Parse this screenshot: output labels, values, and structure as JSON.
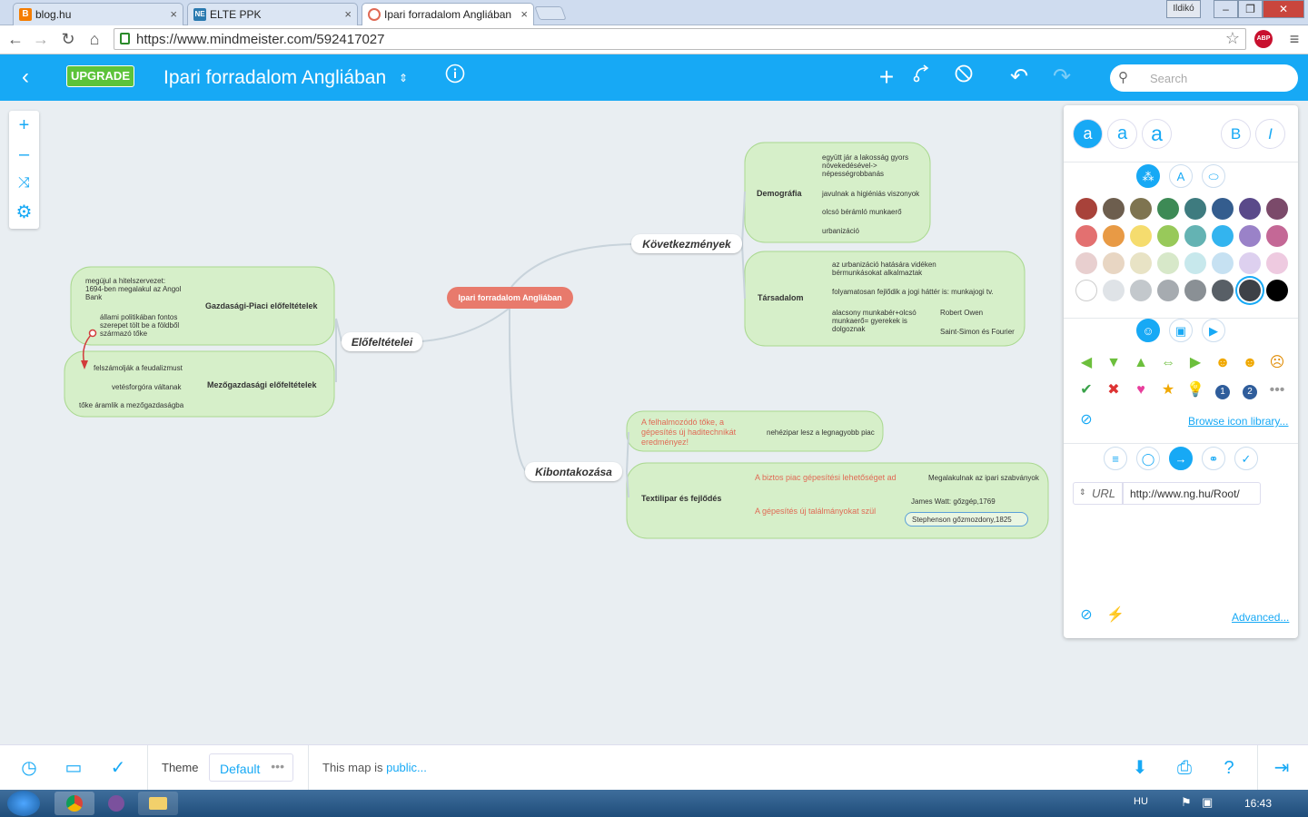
{
  "browser": {
    "tabs": [
      {
        "title": "blog.hu",
        "favicon_text": "B",
        "favicon_color": "#f57d00"
      },
      {
        "title": "ELTE PPK",
        "favicon_text": "NE",
        "favicon_color": "#2a7ab0"
      },
      {
        "title": "Ipari forradalom Angliában",
        "favicon_text": "",
        "favicon_color": "#e06a55",
        "active": true
      }
    ],
    "user_label": "Ildikó",
    "url": "https://www.mindmeister.com/592417027",
    "adblock_label": "ABP"
  },
  "header": {
    "upgrade_label": "UPGRADE",
    "map_title": "Ipari forradalom Angliában",
    "search_placeholder": "Search"
  },
  "mindmap": {
    "root": "Ipari forradalom Angliában",
    "branches": {
      "elofeltetelei": "Előfeltételei",
      "kovetkezmenyek": "Következmények",
      "kibontakozasa": "Kibontakozása"
    },
    "gazdasagi": {
      "title": "Gazdasági-Piaci előfeltételek",
      "note1": "megújul a hitelszervezet: 1694-ben megalakul az Angol Bank",
      "note2": "állami politikában fontos szerepet tölt be a földből származó tőke"
    },
    "mezogazdasagi": {
      "title": "Mezőgazdasági előfeltételek",
      "note1": "felszámolják a feudalizmust",
      "note2": "vetésforgóra váltanak",
      "note3": "tőke áramlik a mezőgazdaságba"
    },
    "demografia": {
      "title": "Demográfia",
      "note1": "együtt jár a lakosság gyors növekedésével-> népességrobbanás",
      "note2": "javulnak a higiéniás viszonyok",
      "note3": "olcsó bérámló munkaerő",
      "note4": "urbanizáció"
    },
    "tarsadalom": {
      "title": "Társadalom",
      "note1": "az urbanizáció hatására vidéken bérmunkásokat alkalmaztak",
      "note2": "folyamatosan fejlődik a jogi háttér is: munkajogi tv.",
      "note3": "alacsony munkabér+olcsó munkaerő= gyerekek is dolgoznak",
      "note4": "Robert Owen",
      "note5": "Saint-Simon és Fourier"
    },
    "tokefelhalmozas": {
      "title": "A felhalmozódó tőke, a gépesítés új haditechnikát eredményez!",
      "note1": "nehézipar lesz a legnagyobb piac"
    },
    "textilipar": {
      "title": "Textilipar  és fejlődés",
      "sub1": "A biztos piac gépesítési lehetőséget ad",
      "sub1_note": "Megalakulnak az ipari szabványok",
      "sub2": "A gépesítés új találmányokat szül",
      "sub2_note1": "James Watt: gőzgép,1769",
      "sub2_note2": "Stephenson gőzmozdony,1825"
    },
    "cloud_color": "#d6efc9",
    "cloud_border": "#a9d88f"
  },
  "panel": {
    "font_sizes": [
      "a",
      "a",
      "a"
    ],
    "bold_label": "B",
    "italic_label": "I",
    "colors": [
      [
        "#a8423a",
        "#6d5e4e",
        "#7e7450",
        "#3d8a55",
        "#3e7b7f",
        "#345d8e",
        "#5a4a8a",
        "#7b4a6a"
      ],
      [
        "#e37070",
        "#e89a45",
        "#f5dc6e",
        "#98c95a",
        "#64b3b3",
        "#33b4ef",
        "#9a82c8",
        "#c46896"
      ],
      [
        "#e8cfcf",
        "#e8d6c3",
        "#e8e3c5",
        "#d7e8c9",
        "#c7e8ec",
        "#c6e1f2",
        "#ddd0ef",
        "#eecae0"
      ],
      [
        "#ffffff",
        "#dfe3e7",
        "#c3c8cc",
        "#a6abb0",
        "#8a9095",
        "#585f66",
        "#3d4147",
        "#000000"
      ]
    ],
    "browse_link": "Browse icon library...",
    "url_label": "URL",
    "url_value": "http://www.ng.hu/Root/",
    "advanced_link": "Advanced..."
  },
  "bottombar": {
    "theme_label": "Theme",
    "theme_value": "Default",
    "public_prefix": "This map is",
    "public_link": "public..."
  },
  "taskbar": {
    "lang": "HU",
    "clock": "16:43"
  }
}
